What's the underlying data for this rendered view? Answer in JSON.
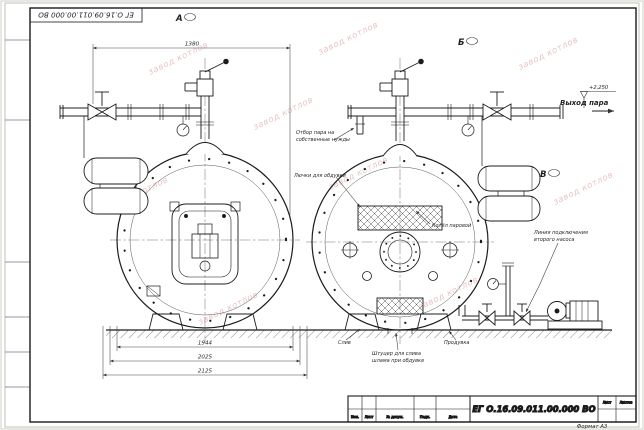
{
  "sheet": {
    "designation": "ЕГ О.16.09.011.00.000 ВО",
    "format_label": "Формат А3",
    "stamp": {
      "designation": "ЕГ О.16.09.011.00.000 ВО",
      "col_izm": "Изм.",
      "col_list": "Лист",
      "col_doc": "№ докум.",
      "col_sign": "Подп.",
      "col_date": "Дата",
      "cell_sheet": "Лист",
      "cell_sheets": "Листов"
    }
  },
  "view_markers": {
    "a": "А",
    "b": "Б",
    "v": "В"
  },
  "dimensions": {
    "top_width": "1380",
    "width_inner": "1944",
    "width_mid": "2025",
    "width_outer": "2125",
    "steam_elevation": "+2,250"
  },
  "annotations": {
    "steam_tap_line1": "Отбор пара на",
    "steam_tap_line2": "собственные нужды",
    "blow_hatches": "Лючки для обдувки",
    "boiler_label": "Котёл паровой",
    "second_pump_line1": "Линия подключения",
    "second_pump_line2": "второго насоса",
    "drain": "Слив",
    "blowdown": "Продувка",
    "sludge_line1": "Штуцер для слива",
    "sludge_line2": "шлама при обдувке",
    "steam_out": "Выход пара"
  },
  "watermark": {
    "text": "завод котлов"
  }
}
